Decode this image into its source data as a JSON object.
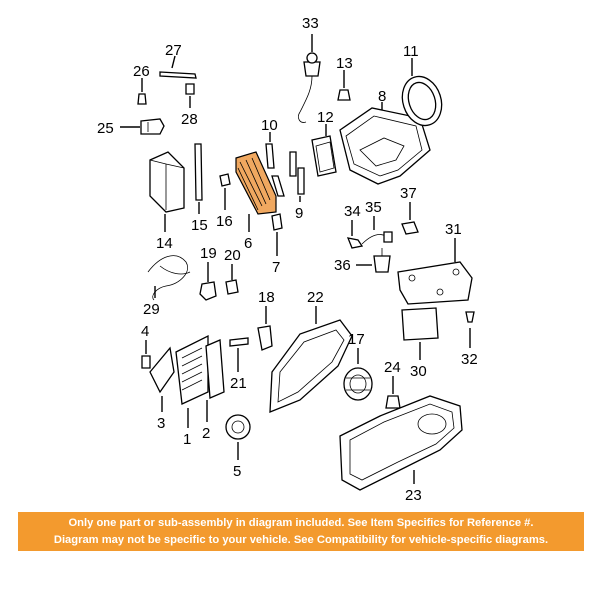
{
  "labels": {
    "l1": "1",
    "l2": "2",
    "l3": "3",
    "l4": "4",
    "l5": "5",
    "l6": "6",
    "l7": "7",
    "l8": "8",
    "l9": "9",
    "l10": "10",
    "l11": "11",
    "l12": "12",
    "l13": "13",
    "l14": "14",
    "l15": "15",
    "l16": "16",
    "l17": "17",
    "l18": "18",
    "l19": "19",
    "l20": "20",
    "l21": "21",
    "l22": "22",
    "l23": "23",
    "l24": "24",
    "l25": "25",
    "l26": "26",
    "l27": "27",
    "l28": "28",
    "l29": "29",
    "l30": "30",
    "l31": "31",
    "l32": "32",
    "l33": "33",
    "l34": "34",
    "l35": "35",
    "l36": "36",
    "l37": "37"
  },
  "banner": {
    "line1": "Only one part or sub-assembly in diagram included. See Item Specifics for Reference #.",
    "line2": "Diagram may not be specific to your vehicle. See Compatibility for vehicle-specific diagrams."
  },
  "colors": {
    "banner_bg": "#f39a2e",
    "highlight": "#f0a860"
  }
}
